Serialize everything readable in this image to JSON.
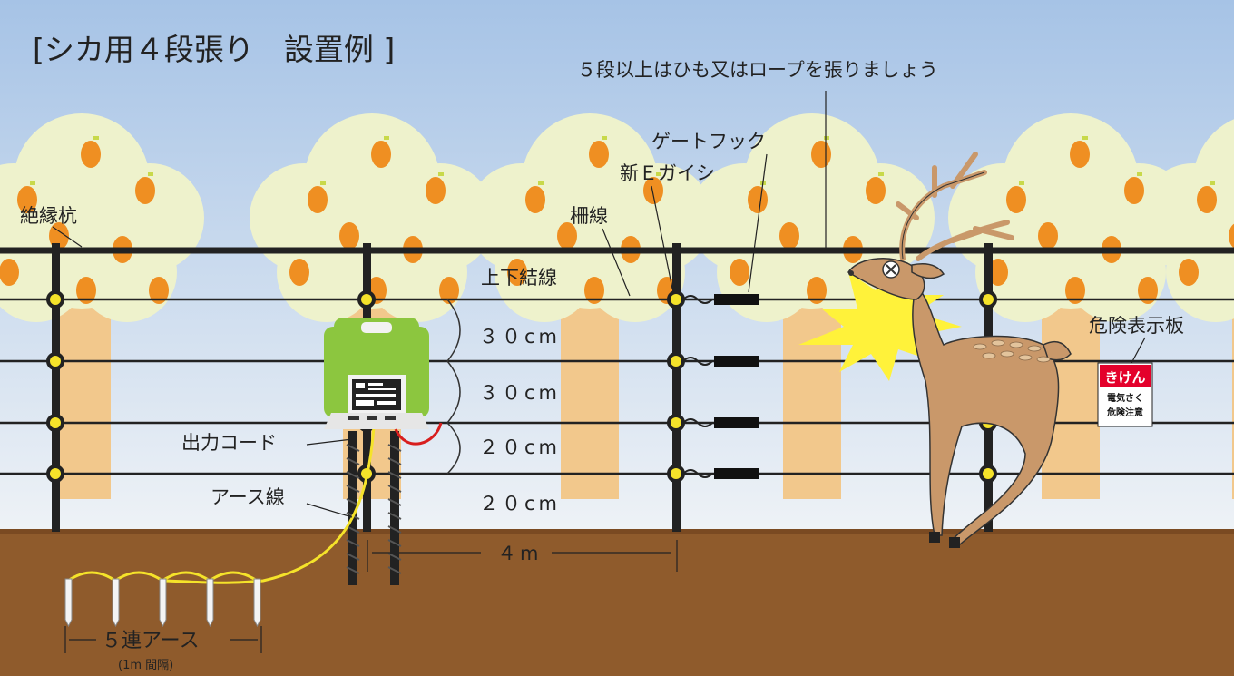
{
  "title": "[シカ用４段張り　設置例 ]",
  "labels": {
    "note_top": "５段以上はひも又はロープを張りましょう",
    "gate_hook": "ゲートフック",
    "new_e_gaishi": "新Ｅガイシ",
    "fence_wire": "柵線",
    "insulated_post": "絶縁杭",
    "connecting_wire": "上下結線",
    "output_cord": "出力コード",
    "earth_wire": "アース線",
    "warning_sign": "危険表示板",
    "earth_set": "５連アース",
    "earth_interval": "(1m 間隔)",
    "post_spacing": "４m"
  },
  "wire_spacings": [
    {
      "label": "３０cm"
    },
    {
      "label": "３０cm"
    },
    {
      "label": "２０cm"
    },
    {
      "label": "２０cm"
    }
  ],
  "sign": {
    "headline": "きけん",
    "small_lines": [
      "電気さく",
      "危険注意"
    ]
  },
  "colors": {
    "sky_top": "#a6c3e6",
    "sky_bottom": "#e8eef5",
    "ground": "#8f5b2c",
    "ground_top": "#7a4a22",
    "foliage": "#eef2cc",
    "trunk": "#f2c88c",
    "fruit": "#ef8f22",
    "energizer": "#8cc63f",
    "earth_wire": "#f5e32a",
    "output_cord": "#d81e1e",
    "insulator": "#f5e32a",
    "sign_red": "#e4002b",
    "deer": "#c9986a",
    "shock": "#fff23a"
  }
}
